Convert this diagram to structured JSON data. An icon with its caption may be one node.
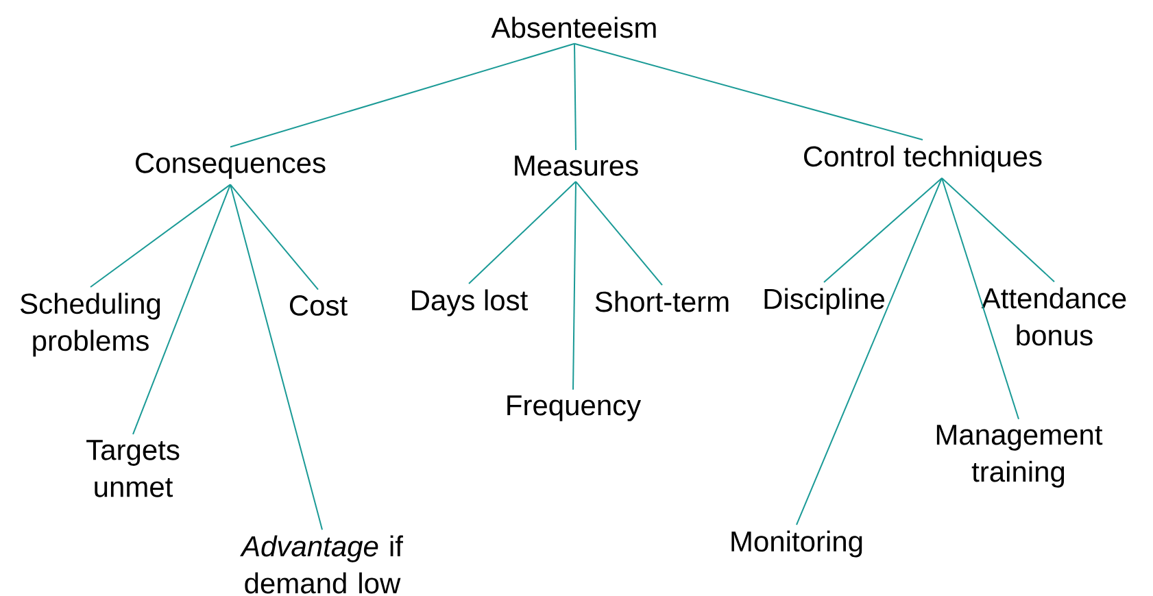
{
  "diagram": {
    "nodes": [
      {
        "text": [
          "Absenteeism"
        ]
      },
      {
        "text": [
          "Consequences"
        ]
      },
      {
        "text": [
          "Measures"
        ]
      },
      {
        "text": [
          "Control techniques"
        ]
      },
      {
        "text": [
          "Scheduling problems"
        ]
      },
      {
        "text": [
          "Cost"
        ]
      },
      {
        "text": [
          "Targets unmet"
        ]
      },
      {
        "text": [
          "*Advantage* if demand low"
        ]
      },
      {
        "text": [
          "Days lost"
        ]
      },
      {
        "text": [
          "Short-term"
        ]
      },
      {
        "text": [
          "Frequency"
        ]
      },
      {
        "text": [
          "Discipline"
        ]
      },
      {
        "text": [
          "Attendance bonus"
        ]
      },
      {
        "text": [
          "Management training"
        ]
      },
      {
        "text": [
          "Monitoring"
        ]
      }
    ],
    "edges": [
      {
        "from": 0,
        "to": 1,
        "arrow": "none"
      },
      {
        "from": 0,
        "to": 2,
        "arrow": "none"
      },
      {
        "from": 0,
        "to": 3,
        "arrow": "none"
      },
      {
        "from": 1,
        "to": 4,
        "arrow": "none"
      },
      {
        "from": 1,
        "to": 5,
        "arrow": "none"
      },
      {
        "from": 1,
        "to": 6,
        "arrow": "none"
      },
      {
        "from": 1,
        "to": 7,
        "arrow": "none"
      },
      {
        "from": 2,
        "to": 8,
        "arrow": "none"
      },
      {
        "from": 2,
        "to": 9,
        "arrow": "none"
      },
      {
        "from": 2,
        "to": 10,
        "arrow": "none"
      },
      {
        "from": 3,
        "to": 11,
        "arrow": "none"
      },
      {
        "from": 3,
        "to": 12,
        "arrow": "none"
      },
      {
        "from": 3,
        "to": 13,
        "arrow": "none"
      },
      {
        "from": 3,
        "to": 14,
        "arrow": "none"
      }
    ]
  }
}
